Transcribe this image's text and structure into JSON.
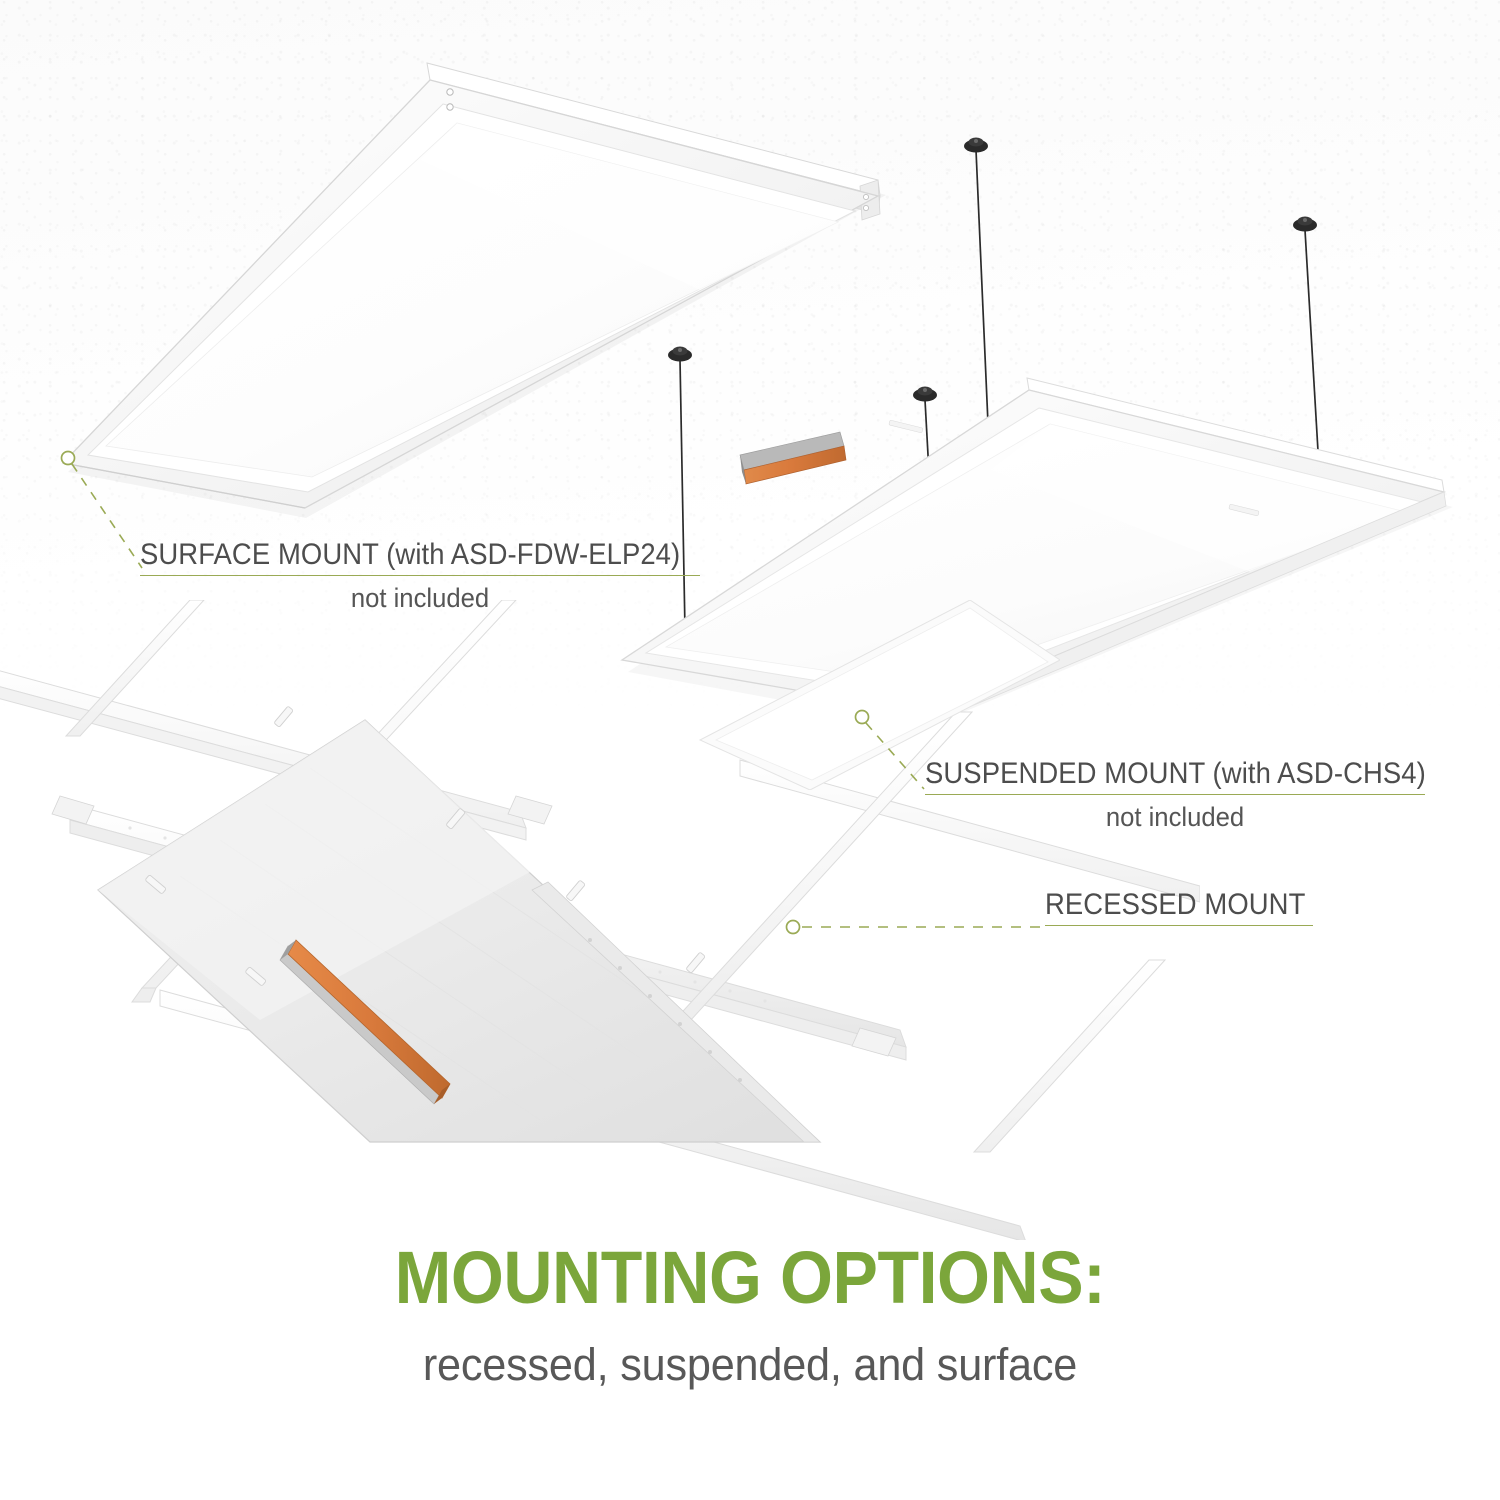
{
  "scene": {
    "background_color": "#ffffff",
    "accent_green": "#7ba63b",
    "rule_green": "#9aaa55",
    "text_gray": "#4d4d4d",
    "driver_orange": "#d97a3c",
    "cable_black": "#2b2b2b"
  },
  "callouts": [
    {
      "id": "surface",
      "title": "SURFACE MOUNT (with ASD-FDW-ELP24)",
      "note": "not included",
      "marker": "leader-dot-surface"
    },
    {
      "id": "suspended",
      "title": "SUSPENDED MOUNT (with ASD-CHS4)",
      "note": "not included",
      "marker": "leader-dot-suspended"
    },
    {
      "id": "recessed",
      "title": "RECESSED MOUNT",
      "note": "",
      "marker": "leader-dot-recessed"
    }
  ],
  "footer": {
    "headline": "MOUNTING OPTIONS:",
    "subhead": "recessed, suspended, and surface"
  },
  "products": {
    "surface_panel": "led-flat-panel-surface-mounted",
    "suspended_panel": "led-flat-panel-suspended",
    "recessed_panel": "led-flat-panel-recessed-in-ceiling-grid"
  }
}
